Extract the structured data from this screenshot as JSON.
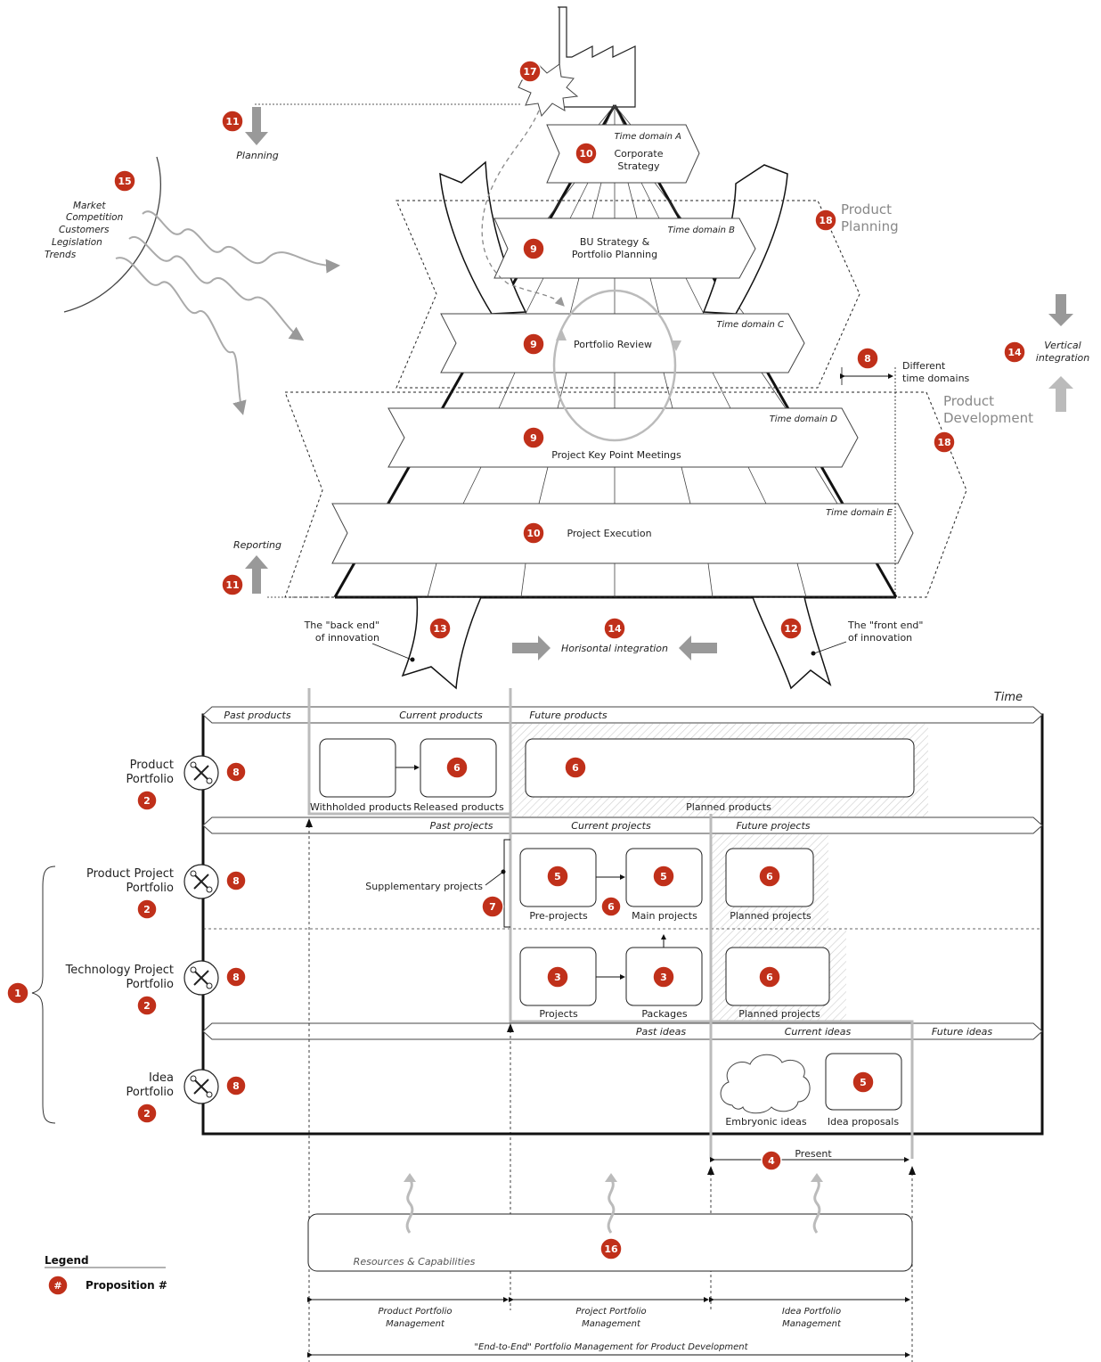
{
  "top": {
    "time_domain_a": "Time domain A",
    "time_domain_b": "Time domain B",
    "time_domain_c": "Time domain C",
    "time_domain_d": "Time domain D",
    "time_domain_e": "Time domain E",
    "corporate_strategy_1": "Corporate",
    "corporate_strategy_2": "Strategy",
    "bu_strategy_1": "BU Strategy &",
    "bu_strategy_2": "Portfolio Planning",
    "portfolio_review": "Portfolio Review",
    "project_key_point": "Project Key Point Meetings",
    "project_execution": "Project Execution",
    "planning": "Planning",
    "reporting": "Reporting",
    "env": [
      "Market",
      "Competition",
      "Customers",
      "Legislation",
      "Trends"
    ],
    "product_planning_1": "Product",
    "product_planning_2": "Planning",
    "product_development_1": "Product",
    "product_development_2": "Development",
    "different_1": "Different",
    "different_2": "time domains",
    "vertical_1": "Vertical",
    "vertical_2": "integration",
    "horisontal": "Horisontal integration",
    "back_end_1": "The \"back end\"",
    "back_end_2": "of innovation",
    "front_end_1": "The \"front end\"",
    "front_end_2": "of innovation"
  },
  "bottom": {
    "time": "Time",
    "past_products": "Past products",
    "current_products": "Current products",
    "future_products": "Future products",
    "withholded": "Withholded products",
    "released": "Released products",
    "planned_products": "Planned products",
    "past_projects": "Past projects",
    "current_projects": "Current projects",
    "future_projects": "Future projects",
    "supplementary": "Supplementary projects",
    "pre_projects": "Pre-projects",
    "main_projects": "Main projects",
    "planned_projects": "Planned projects",
    "projects": "Projects",
    "packages": "Packages",
    "past_ideas": "Past ideas",
    "current_ideas": "Current ideas",
    "future_ideas": "Future ideas",
    "embryonic": "Embryonic ideas",
    "idea_proposals": "Idea proposals",
    "present": "Present",
    "resources": "Resources & Capabilities",
    "ppm_1": "Product Portfolio",
    "ppm_2": "Management",
    "prpm_1": "Project Portfolio",
    "prpm_2": "Management",
    "ipm_1": "Idea Portfolio",
    "ipm_2": "Management",
    "e2e": "\"End-to-End\" Portfolio Management for Product Development"
  },
  "rows": {
    "product_1": "Product",
    "product_2": "Portfolio",
    "ppp_1": "Product Project",
    "ppp_2": "Portfolio",
    "tpp_1": "Technology Project",
    "tpp_2": "Portfolio",
    "idea_1": "Idea",
    "idea_2": "Portfolio"
  },
  "legend": {
    "title": "Legend",
    "symbol": "#",
    "label": "Proposition #"
  },
  "badges": [
    "1",
    "2",
    "3",
    "4",
    "5",
    "6",
    "7",
    "8",
    "9",
    "10",
    "11",
    "12",
    "13",
    "14",
    "15",
    "16",
    "17",
    "18"
  ],
  "colors": {
    "badge": "#c0301a",
    "grey_line": "#bbbbbb",
    "hatch": "#cccccc"
  }
}
